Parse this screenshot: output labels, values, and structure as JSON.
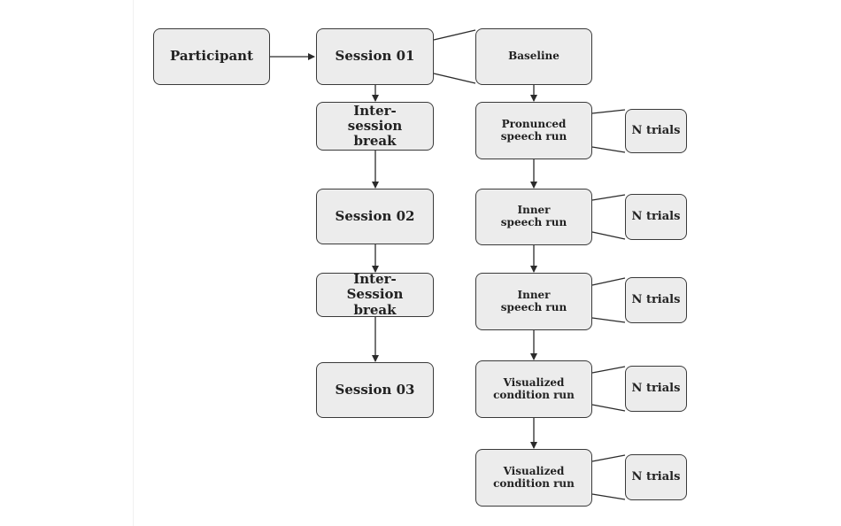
{
  "diagram": {
    "participant": "Participant",
    "sessions": [
      "Session 01",
      "Inter-session break",
      "Session 02",
      "Inter-Session break",
      "Session 03"
    ],
    "runs": [
      "Baseline",
      "Pronunced speech run",
      "Inner speech run",
      "Inner speech run",
      "Visualized condition run",
      "Visualized condition run"
    ],
    "trials": [
      "N trials",
      "N trials",
      "N trials",
      "N trials",
      "N trials"
    ],
    "colors": {
      "node_fill": "#ececec",
      "node_border": "#3a3a3a",
      "edge": "#2b2b2b"
    }
  }
}
